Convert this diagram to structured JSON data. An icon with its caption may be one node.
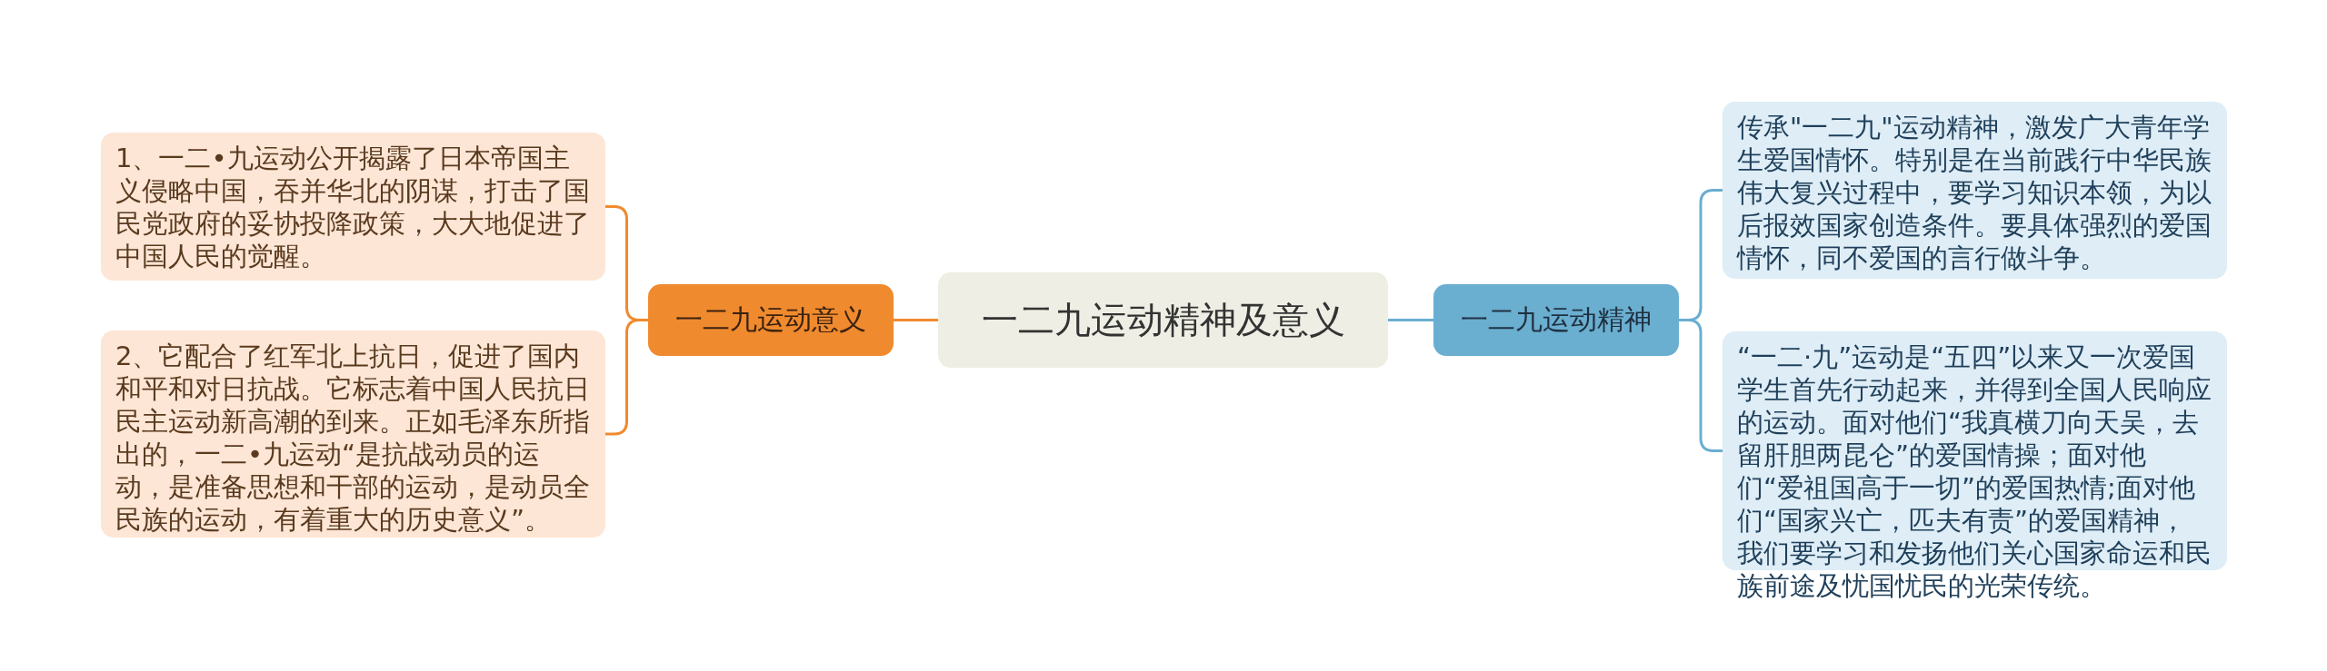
{
  "diagram": {
    "nodes": [
      {
        "text": [
          "一二九运动精神及意义"
        ]
      },
      {
        "text": [
          "一二九运动意义"
        ]
      },
      {
        "text": [
          "1、一二•九运动公开揭露了日本帝国主义侵略中国，吞并华北的阴谋，打击了国民党政府的妥协投降政策，大大地促进了中国人民的觉醒。"
        ]
      },
      {
        "text": [
          "2、它配合了红军北上抗日，促进了国内和平和对日抗战。它标志着中国人民抗日民主运动新高潮的到来。正如毛泽东所指出的，一二•九运动“是抗战动员的运动，是准备思想和干部的运动，是动员全民族的运动，有着重大的历史意义”。"
        ]
      },
      {
        "text": [
          "一二九运动精神"
        ]
      },
      {
        "text": [
          "传承\"一二九\"运动精神，激发广大青年学生爱国情怀。特别是在当前践行中华民族伟大复兴过程中，要学习知识本领，为以后报效国家创造条件。要具体强烈的爱国情怀，同不爱国的言行做斗争。"
        ]
      },
      {
        "text": [
          "“一二·九”运动是“五四”以来又一次爱国学生首先行动起来，并得到全国人民响应的运动。面对他们“我真横刀向天吴，去留肝胆两昆仑”的爱国情操；面对他们“爱祖国高于一切”的爱国热情;面对他们“国家兴亡，匹夫有责”的爱国精神，我们要学习和发扬他们关心国家命运和民族前途及忧国忧民的光荣传统。"
        ]
      }
    ],
    "edges": [
      {
        "from": 0,
        "to": 1,
        "arrow": "none",
        "color": "#f08a2e"
      },
      {
        "from": 1,
        "to": 2,
        "arrow": "none",
        "color": "#f08a2e"
      },
      {
        "from": 1,
        "to": 3,
        "arrow": "none",
        "color": "#f08a2e"
      },
      {
        "from": 0,
        "to": 4,
        "arrow": "none",
        "color": "#6aaed0"
      },
      {
        "from": 4,
        "to": 5,
        "arrow": "none",
        "color": "#6aaed0"
      },
      {
        "from": 4,
        "to": 6,
        "arrow": "none",
        "color": "#6aaed0"
      }
    ]
  }
}
